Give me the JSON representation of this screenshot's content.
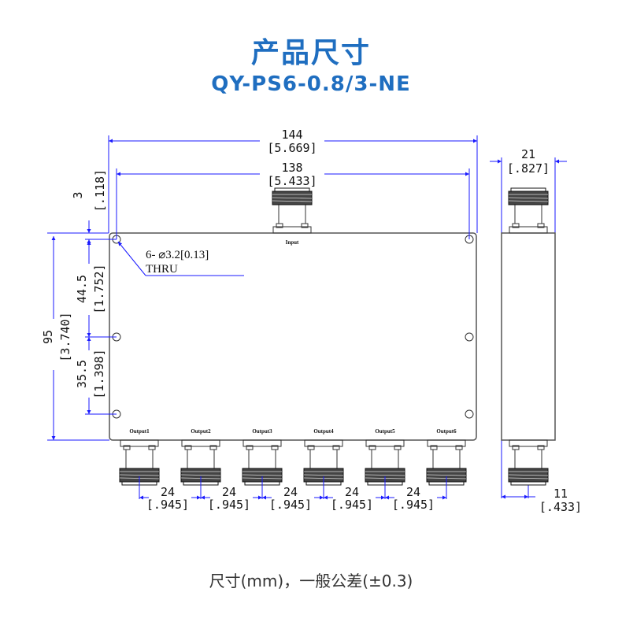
{
  "header": {
    "title": "产品尺寸",
    "model": "QY-PS6-0.8/3-NE"
  },
  "colors": {
    "accent": "#1f6ec0",
    "dimension_line": "#1a1aff",
    "outline": "#555555"
  },
  "drawing": {
    "overall_length": {
      "mm": "144",
      "inch": "[5.669]"
    },
    "hole_spacing_length": {
      "mm": "138",
      "inch": "[5.433]"
    },
    "hole_edge_offset": {
      "mm": "3",
      "inch": "[.118]"
    },
    "overall_height": {
      "mm": "95",
      "inch": "[3.740]"
    },
    "upper_hole_spacing": {
      "mm": "44.5",
      "inch": "[1.752]"
    },
    "lower_hole_spacing": {
      "mm": "35.5",
      "inch": "[1.398]"
    },
    "hole_note": {
      "line1": "6- ⌀3.2[0.13]",
      "line2": "THRU"
    },
    "side_width": {
      "mm": "21",
      "inch": "[.827]"
    },
    "side_connector_offset": {
      "mm": "11",
      "inch": "[.433]"
    },
    "input_label": "Input",
    "outputs": [
      "Output1",
      "Output2",
      "Output3",
      "Output4",
      "Output5",
      "Output6"
    ],
    "output_pitch": [
      {
        "mm": "24",
        "inch": "[.945]"
      },
      {
        "mm": "24",
        "inch": "[.945]"
      },
      {
        "mm": "24",
        "inch": "[.945]"
      },
      {
        "mm": "24",
        "inch": "[.945]"
      },
      {
        "mm": "24",
        "inch": "[.945]"
      }
    ]
  },
  "footer": {
    "note": "尺寸(mm)，一般公差(±0.3)"
  }
}
